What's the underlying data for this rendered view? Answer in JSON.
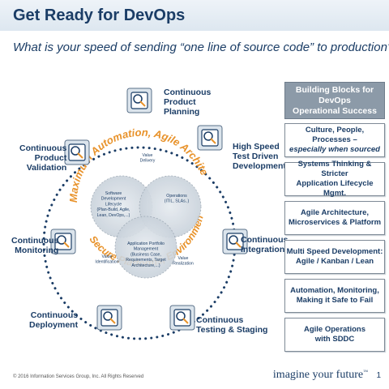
{
  "header": {
    "title": "Get Ready for DevOps",
    "subtitle": "What is your speed of sending “one line of source code” to production?"
  },
  "cycle": {
    "top_arc": "Maximum Automation, Agile Architecture",
    "bottom_arc": "Secure Platforms, Environments, Tools",
    "nodes": [
      {
        "id": "planning",
        "lines": [
          "Continuous",
          "Product",
          "Planning"
        ],
        "icon": "planning-icon"
      },
      {
        "id": "tdd",
        "lines": [
          "High Speed",
          "Test Driven",
          "Development"
        ],
        "icon": "development-icon"
      },
      {
        "id": "integration",
        "lines": [
          "Continuous",
          "Integration"
        ],
        "icon": "integration-icon"
      },
      {
        "id": "testing",
        "lines": [
          "Continuous",
          "Testing & Staging"
        ],
        "icon": "testing-icon"
      },
      {
        "id": "deployment",
        "lines": [
          "Continuous",
          "Deployment"
        ],
        "icon": "deployment-icon"
      },
      {
        "id": "monitoring",
        "lines": [
          "Continuous",
          "Monitoring"
        ],
        "icon": "monitoring-icon"
      },
      {
        "id": "validation",
        "lines": [
          "Continuous",
          "Product",
          "Validation"
        ],
        "icon": "validation-icon"
      }
    ],
    "venn": {
      "sdlc": [
        "Software",
        "Development",
        "Lifecycle",
        "(Plan-Build, Agile,",
        "Lean, DevOps,...)"
      ],
      "operations": [
        "Operations",
        "(ITIL, SLAs..)"
      ],
      "portfolio": [
        "Application Portfolio",
        "Management",
        "(Business Case,",
        "Requirements, Target",
        "Architecture,...)"
      ],
      "value_delivery": [
        "Value",
        "Delivery"
      ],
      "value_identification": [
        "Value",
        "Identification"
      ],
      "value_realization": [
        "Value",
        "Realization"
      ]
    }
  },
  "sidebar": {
    "title": [
      "Building Blocks for DevOps",
      "Operational Success"
    ],
    "blocks": [
      {
        "lines": [
          "Culture, People, Processes –"
        ],
        "italic": "especially when sourced"
      },
      {
        "lines": [
          "Systems Thinking & Stricter",
          "Application Lifecycle Mgmt."
        ]
      },
      {
        "lines": [
          "Agile Architecture,",
          "Microservices & Platform"
        ]
      },
      {
        "lines": [
          "Multi Speed Development:",
          "Agile / Kanban / Lean"
        ]
      },
      {
        "lines": [
          "Automation, Monitoring,",
          "Making it Safe to Fail"
        ]
      },
      {
        "lines": [
          "Agile Operations",
          "with SDDC"
        ]
      }
    ]
  },
  "footer": {
    "copyright": "© 2016 Information Services Group, Inc. All Rights Reserved",
    "brand": "imagine your future",
    "trademark": "™",
    "page": "1"
  },
  "colors": {
    "navy": "#1b3d66",
    "orange": "#e8922a",
    "gray_header": "#8c9aa8"
  }
}
